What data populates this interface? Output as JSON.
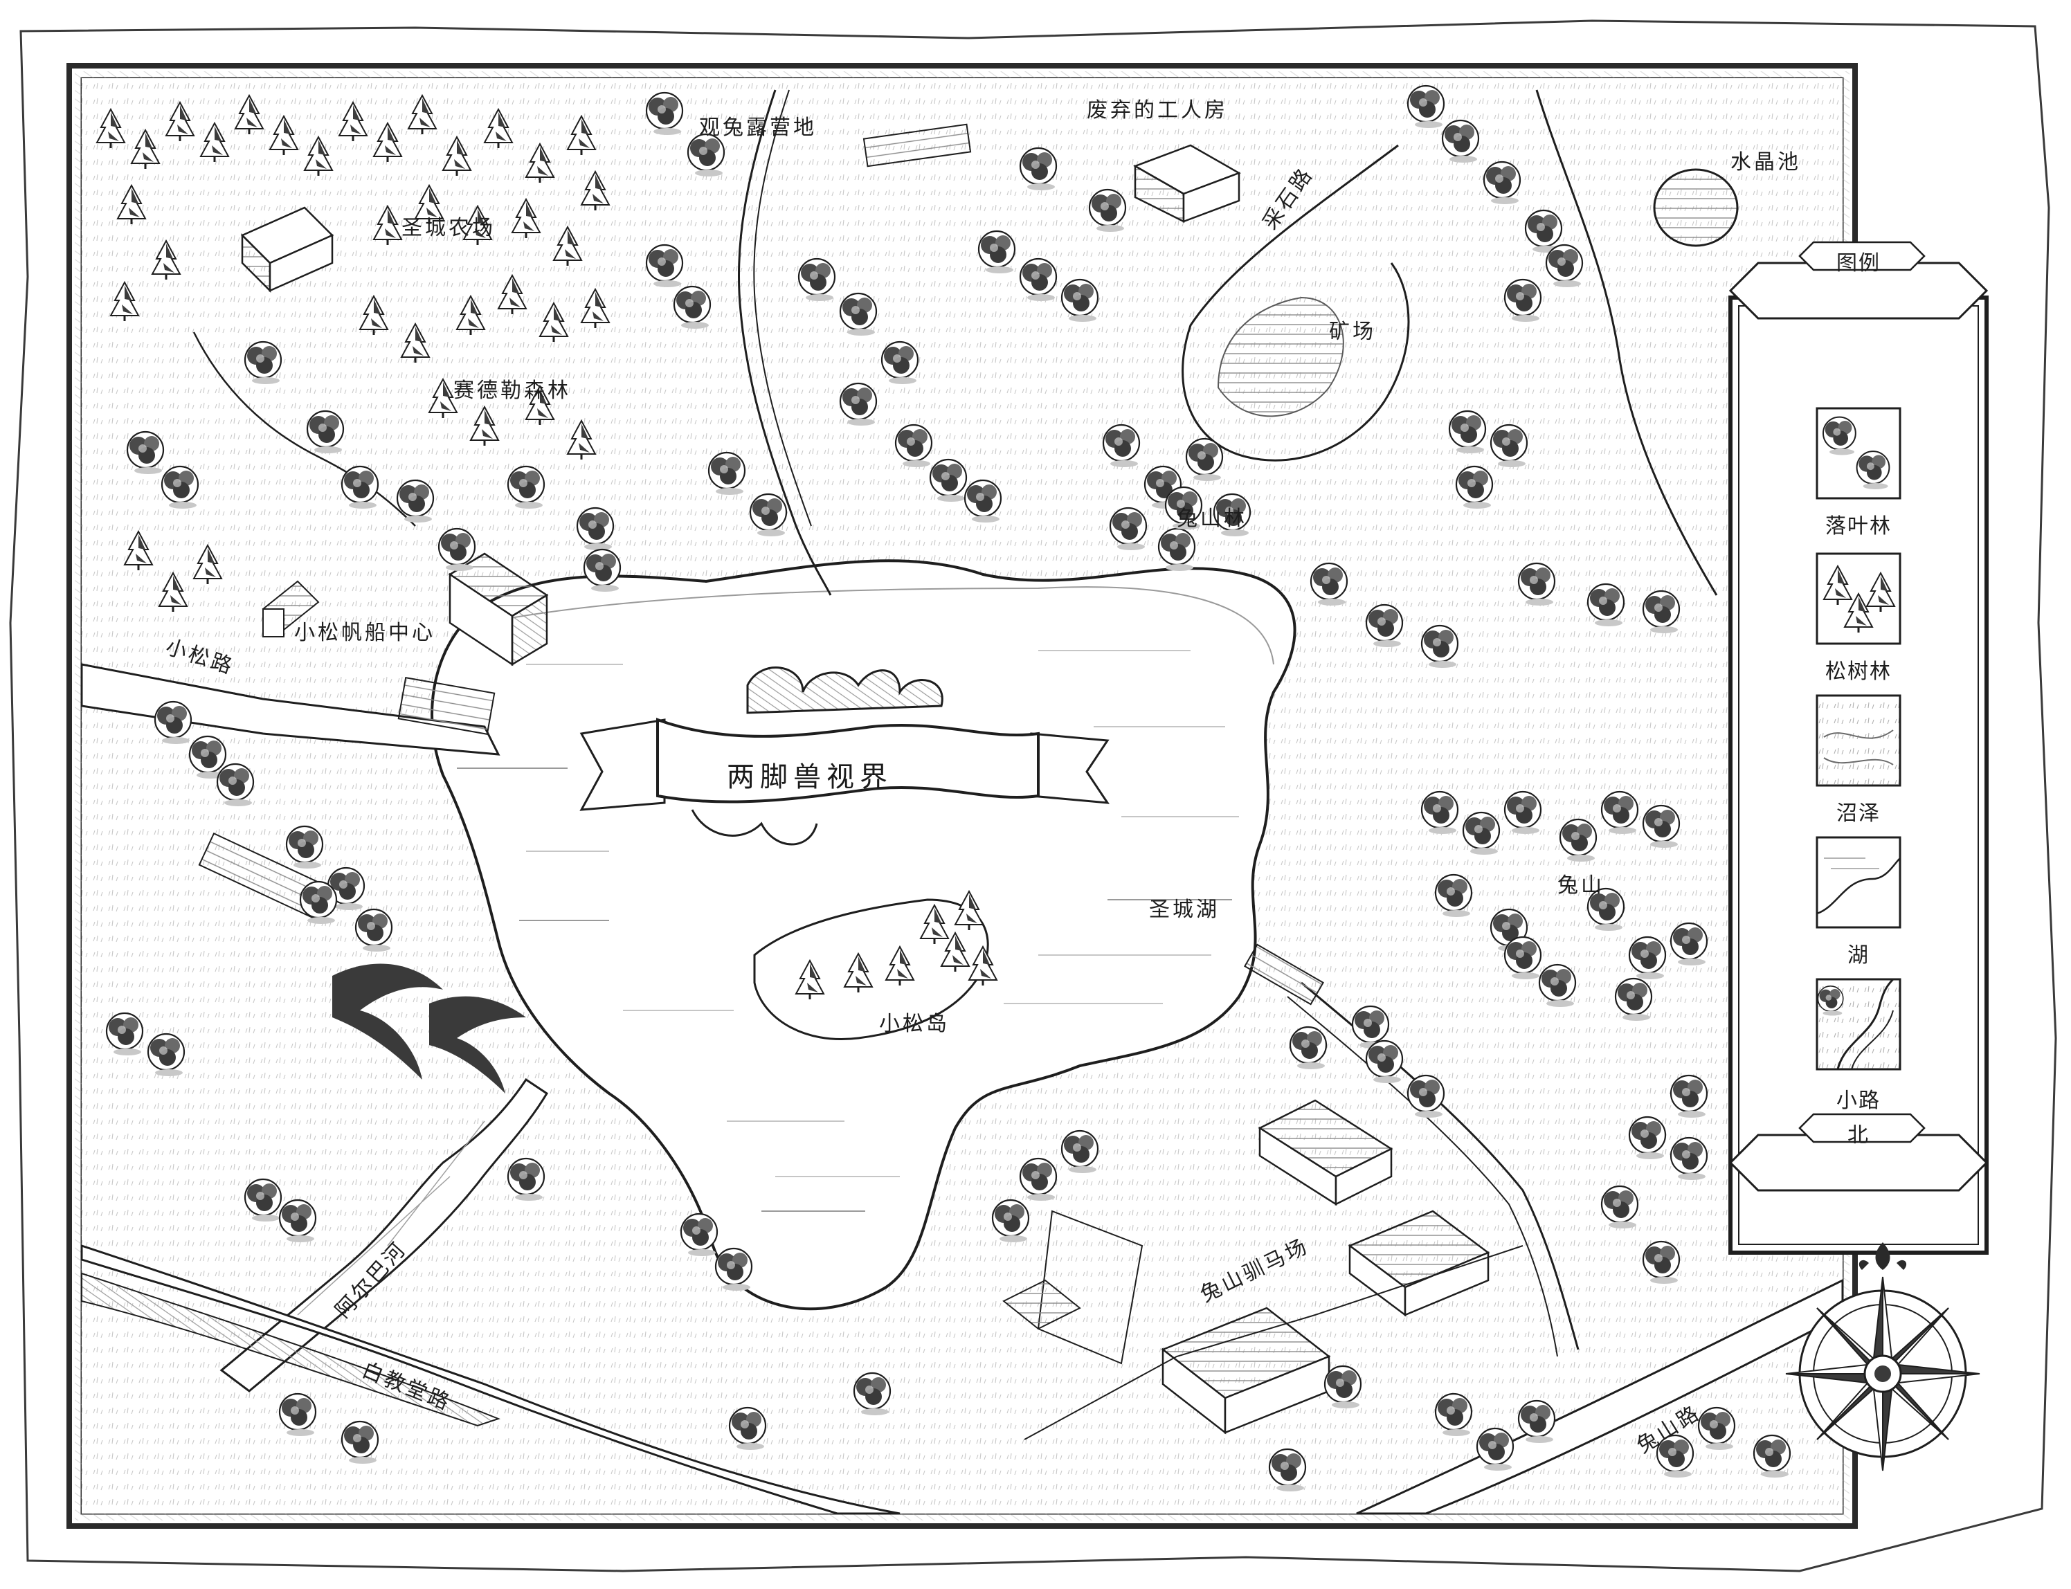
{
  "map_title": "两脚兽视界",
  "places": {
    "observe_camp": "观兔露营地",
    "abandoned_house": "废弃的工人房",
    "crystal_pool": "水晶池",
    "city_farm": "圣城农场",
    "quarry_road": "采石路",
    "mine": "矿场",
    "sedler_forest": "赛德勒森林",
    "rabbit_forest": "兔山林",
    "sailing_center": "小松帆船中心",
    "pine_road": "小松路",
    "lake": "圣城湖",
    "pine_island": "小松岛",
    "rabbit_hill": "兔山",
    "river": "阿尔巴河",
    "stables": "兔山驯马场",
    "church_road": "白教堂路",
    "rabbit_road": "兔山路"
  },
  "legend": {
    "title": "图例",
    "north": "北",
    "items": [
      {
        "label": "落叶林",
        "icon": "deciduous-forest-icon"
      },
      {
        "label": "松树林",
        "icon": "pine-forest-icon"
      },
      {
        "label": "沼泽",
        "icon": "marsh-icon"
      },
      {
        "label": "湖",
        "icon": "lake-icon"
      },
      {
        "label": "小路",
        "icon": "path-icon"
      }
    ]
  },
  "colors": {
    "ink": "#1e1e1e",
    "paper": "#ffffff",
    "frame": "#2a2a2a"
  }
}
